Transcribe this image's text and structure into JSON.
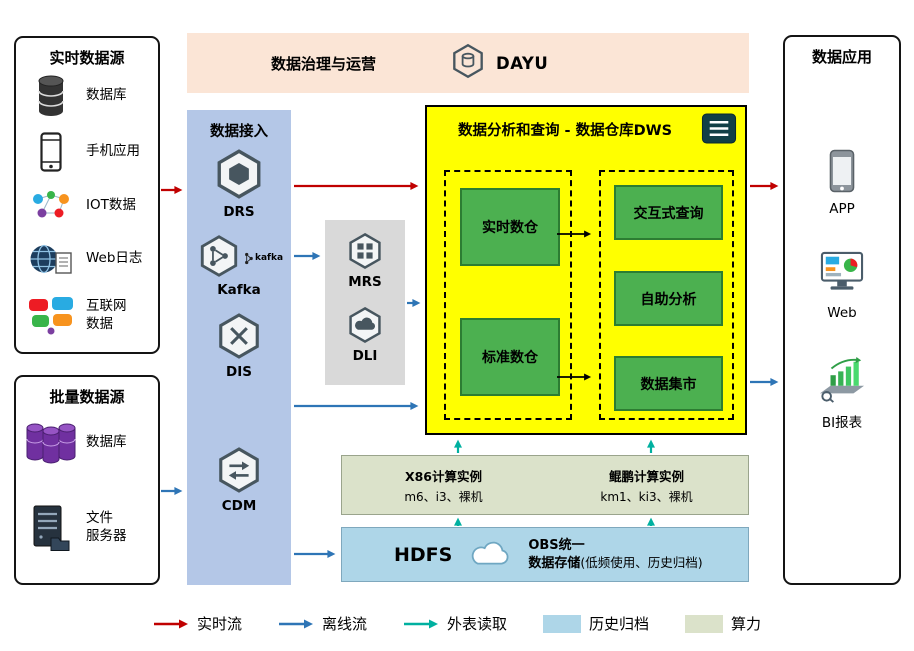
{
  "realtime_sources": {
    "title": "实时数据源",
    "items": [
      {
        "label": "数据库",
        "icon": "database-icon"
      },
      {
        "label": "手机应用",
        "icon": "mobile-phone-icon"
      },
      {
        "label": "IOT数据",
        "icon": "iot-icon"
      },
      {
        "label": "Web日志",
        "icon": "web-log-icon"
      },
      {
        "label": "互联网\n数据",
        "icon": "internet-data-icon"
      }
    ]
  },
  "batch_sources": {
    "title": "批量数据源",
    "items": [
      {
        "label": "数据库",
        "icon": "purple-database-icon"
      },
      {
        "label": "文件\n服务器",
        "icon": "file-server-icon"
      }
    ]
  },
  "governance": {
    "title": "数据治理与运营",
    "brand": "DAYU",
    "icon": "dayu-hexagon-icon"
  },
  "ingestion": {
    "title": "数据接入",
    "services": [
      {
        "label": "DRS",
        "icon": "drs-hexagon-icon"
      },
      {
        "label": "Kafka",
        "icon": "kafka-hexagon-icon",
        "logo_text": "kafka"
      },
      {
        "label": "DIS",
        "icon": "dis-hexagon-icon"
      },
      {
        "label": "CDM",
        "icon": "cdm-hexagon-icon"
      }
    ]
  },
  "processing": {
    "services": [
      {
        "label": "MRS",
        "icon": "mrs-hexagon-icon"
      },
      {
        "label": "DLI",
        "icon": "dli-hexagon-icon"
      }
    ]
  },
  "dws": {
    "title": "数据分析和查询 - 数据仓库DWS",
    "icon": "dws-document-icon",
    "warehouse_blocks": [
      {
        "label": "实时数仓"
      },
      {
        "label": "标准数仓"
      }
    ],
    "analysis_blocks": [
      {
        "label": "交互式查询"
      },
      {
        "label": "自助分析"
      },
      {
        "label": "数据集市"
      }
    ]
  },
  "compute": {
    "x86": {
      "title": "X86计算实例",
      "detail": "m6、i3、裸机"
    },
    "kunpeng": {
      "title": "鲲鹏计算实例",
      "detail": "km1、ki3、裸机"
    }
  },
  "storage": {
    "hdfs_label": "HDFS",
    "obs_line1": "OBS统一",
    "obs_line2": "数据存储",
    "obs_note": "(低频使用、历史归档)",
    "icon": "obs-cloud-icon"
  },
  "applications": {
    "title": "数据应用",
    "items": [
      {
        "label": "APP",
        "icon": "app-phone-icon"
      },
      {
        "label": "Web",
        "icon": "web-dashboard-icon"
      },
      {
        "label": "BI报表",
        "icon": "bi-report-icon"
      }
    ]
  },
  "legend": {
    "items": [
      {
        "label": "实时流",
        "type": "arrow",
        "color": "#c00000"
      },
      {
        "label": "离线流",
        "type": "arrow",
        "color": "#2e75b6"
      },
      {
        "label": "外表读取",
        "type": "arrow",
        "color": "#00b0a0"
      },
      {
        "label": "历史归档",
        "type": "swatch",
        "color": "#aed6e8"
      },
      {
        "label": "算力",
        "type": "swatch",
        "color": "#dbe2ca"
      }
    ]
  },
  "colors": {
    "governance_bg": "#fbe5d6",
    "ingestion_bg": "#b4c7e7",
    "processing_bg": "#d9d9d9",
    "dws_bg": "#ffff00",
    "block_green": "#4cb050",
    "compute_bg": "#dbe2ca",
    "storage_bg": "#aed6e8",
    "realtime_flow": "#c00000",
    "offline_flow": "#2e75b6",
    "external_read": "#00b0a0"
  }
}
